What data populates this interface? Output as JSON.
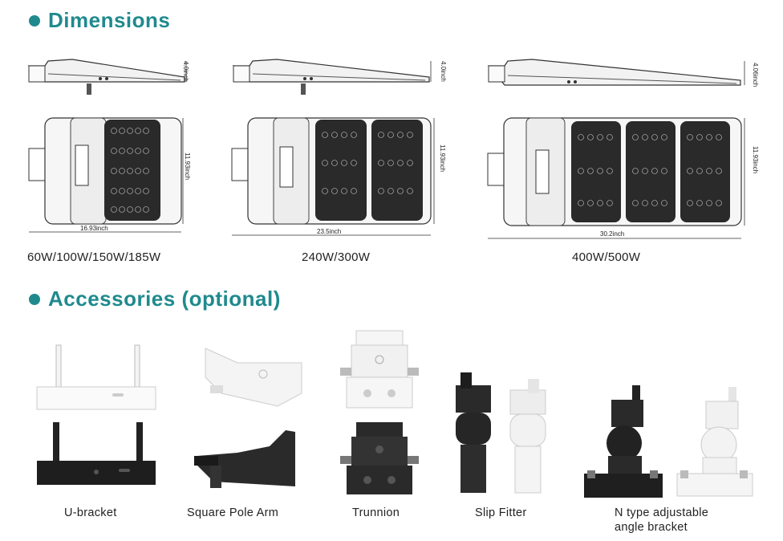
{
  "sections": {
    "dimensions_title": "Dimensions",
    "accessories_title": "Accessories (optional)"
  },
  "dimensions": {
    "models": [
      {
        "caption": "60W/100W/150W/185W",
        "height": "4.0inch",
        "width": "16.93inch",
        "depth": "11.93inch"
      },
      {
        "caption": "240W/300W",
        "height": "4.0inch",
        "width": "23.5inch",
        "depth": "11.93inch"
      },
      {
        "caption": "400W/500W",
        "height": "4.06inch",
        "width": "30.2inch",
        "depth": "11.93inch"
      }
    ]
  },
  "accessories": {
    "items": [
      {
        "label": "U-bracket"
      },
      {
        "label": "Square Pole Arm"
      },
      {
        "label": "Trunnion"
      },
      {
        "label": "Slip Fitter"
      },
      {
        "label_line1": "N type adjustable",
        "label_line2": "angle bracket"
      }
    ]
  },
  "colors": {
    "accent": "#1f8a8e",
    "dark_product": "#2a2a2a",
    "light_product": "#eeeeee"
  }
}
